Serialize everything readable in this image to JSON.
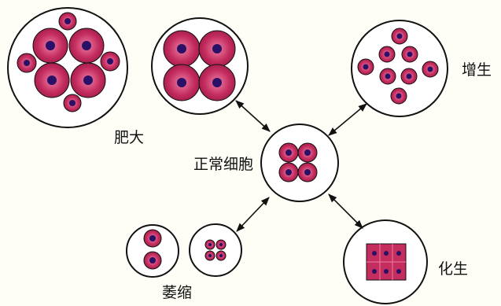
{
  "labels": {
    "normal": "正常细胞",
    "hypertrophy": "肥大",
    "hyperplasia": "增生",
    "metaplasia": "化生",
    "atrophy": "萎缩"
  },
  "colors": {
    "background": "#fffef6",
    "outline": "#111111",
    "cytoplasm": "#c42d5e",
    "nucleus": "#2a1066",
    "highlight": "#ec7fa6"
  },
  "arrow_icon": "double-headed-arrow-icon"
}
